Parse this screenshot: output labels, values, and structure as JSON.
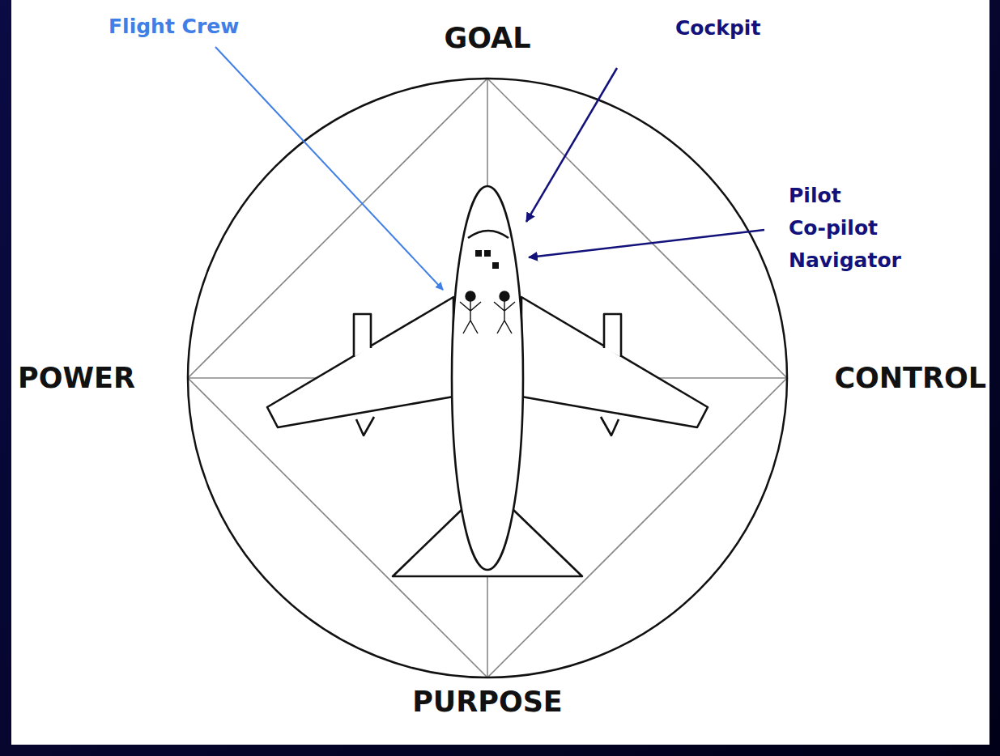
{
  "diagram": {
    "labels": [
      "GOAL",
      "Flight Crew",
      "Cockpit",
      "Pilot Co-pilot Navigator",
      "POWER",
      "CONTROL",
      "PURPOSE"
    ]
  }
}
